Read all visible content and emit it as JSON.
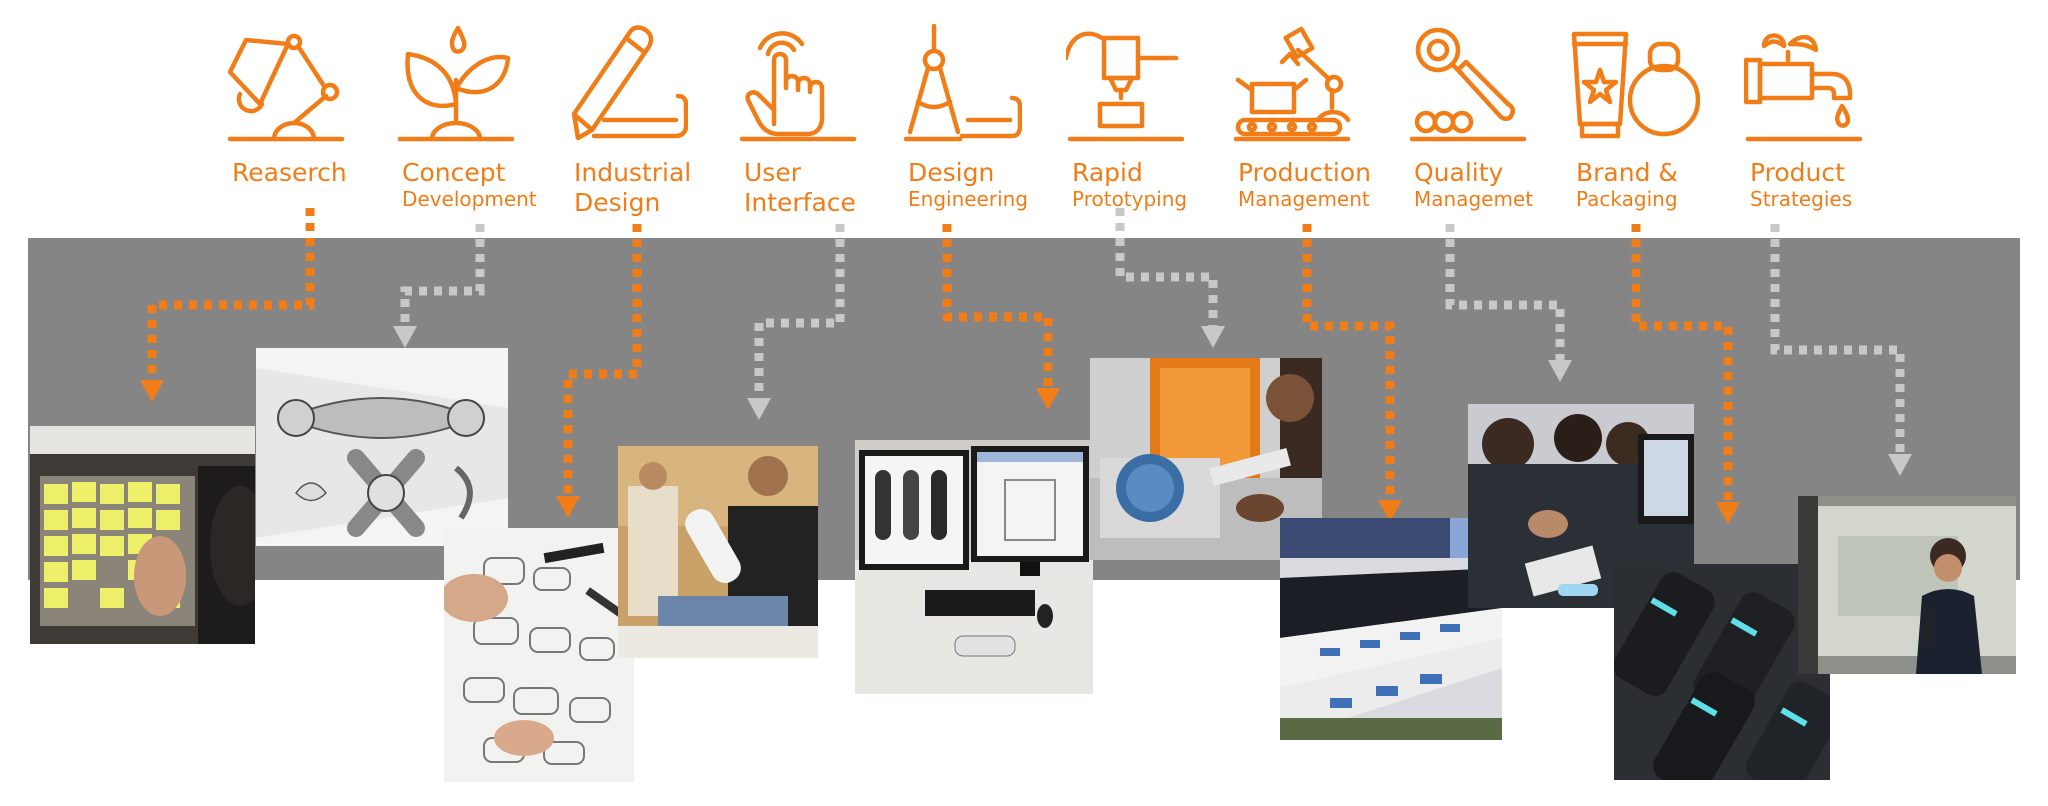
{
  "stages": [
    {
      "id": "research",
      "label1": "Reaserch",
      "label2": "",
      "icon": "desk-lamp-icon",
      "connector": "orange"
    },
    {
      "id": "concept",
      "label1": "Concept",
      "label2": "Development",
      "icon": "sprouting-plant-icon",
      "connector": "gray"
    },
    {
      "id": "industrial",
      "label1": "Industrial",
      "label2": "Design",
      "icon": "pencil-icon",
      "connector": "orange"
    },
    {
      "id": "ui",
      "label1": "User",
      "label2": "Interface",
      "icon": "touch-hand-icon",
      "connector": "gray"
    },
    {
      "id": "engineering",
      "label1": "Design",
      "label2": "Engineering",
      "icon": "compass-blueprint-icon",
      "connector": "orange"
    },
    {
      "id": "prototyping",
      "label1": "Rapid",
      "label2": "Prototyping",
      "icon": "3d-printer-icon",
      "connector": "gray"
    },
    {
      "id": "production",
      "label1": "Production",
      "label2": "Management",
      "icon": "robot-arm-conveyor-icon",
      "connector": "orange"
    },
    {
      "id": "quality",
      "label1": "Quality",
      "label2": "Managemet",
      "icon": "magnifier-inspection-icon",
      "connector": "gray"
    },
    {
      "id": "brand",
      "label1": "Brand &",
      "label2": "Packaging",
      "icon": "tube-and-bottle-icon",
      "connector": "orange"
    },
    {
      "id": "strategies",
      "label1": "Product",
      "label2": "Strategies",
      "icon": "faucet-drop-icon",
      "connector": "gray"
    }
  ],
  "colors": {
    "accent": "#f07d18",
    "connector_gray": "#c8c8c8",
    "band": "#858585"
  },
  "photos": [
    {
      "id": "research",
      "subject": "sticky-notes-wall-photo"
    },
    {
      "id": "concept",
      "subject": "product-sketch-render-photo"
    },
    {
      "id": "industrial",
      "subject": "hand-sketching-photo"
    },
    {
      "id": "ui",
      "subject": "user-testing-photo"
    },
    {
      "id": "engineering",
      "subject": "cad-workstation-photo"
    },
    {
      "id": "prototyping",
      "subject": "3d-print-lab-photo"
    },
    {
      "id": "production",
      "subject": "assembly-line-photo"
    },
    {
      "id": "quality",
      "subject": "team-inspection-photo"
    },
    {
      "id": "brand",
      "subject": "packaged-products-photo"
    },
    {
      "id": "strategies",
      "subject": "presentation-speaker-photo"
    }
  ]
}
